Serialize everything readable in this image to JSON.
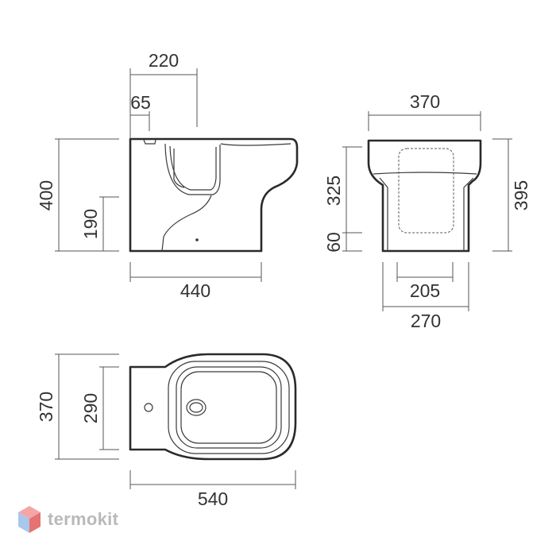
{
  "side_view": {
    "dim_220": "220",
    "dim_65": "65",
    "dim_400": "400",
    "dim_190": "190",
    "dim_440": "440"
  },
  "front_view": {
    "dim_370": "370",
    "dim_325": "325",
    "dim_60": "60",
    "dim_395": "395",
    "dim_205": "205",
    "dim_270": "270"
  },
  "top_view": {
    "dim_370": "370",
    "dim_290": "290",
    "dim_540": "540"
  },
  "brand": {
    "name": "termokit",
    "icon": "cube-logo-icon",
    "colors": {
      "top": "#f4a6a6",
      "left": "#a9c7ea",
      "right": "#e57373"
    }
  }
}
